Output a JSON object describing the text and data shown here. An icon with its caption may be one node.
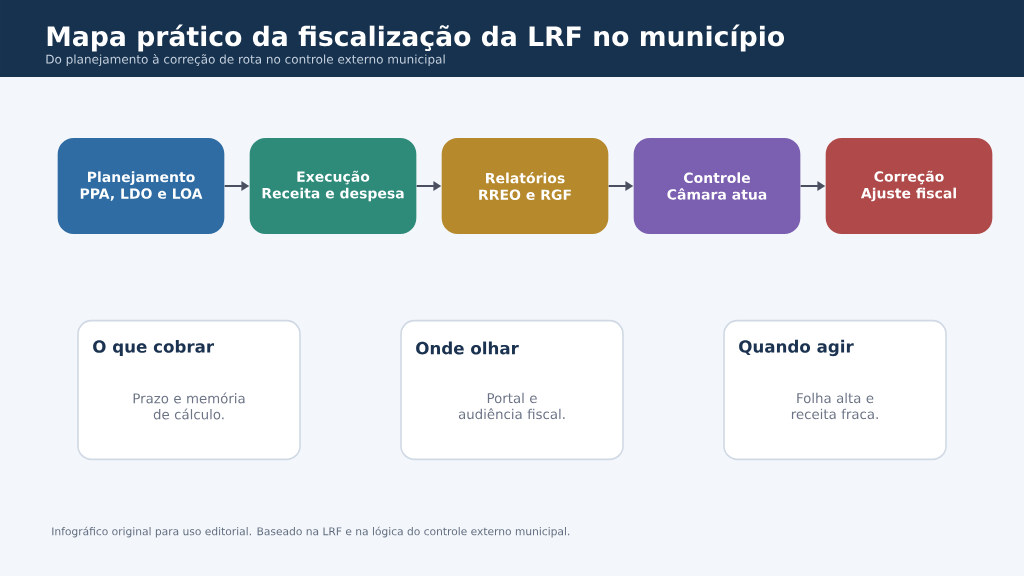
{
  "diagram": {
    "title": "Mapa prático da fiscalização da LRF no município",
    "caption": "Infográfico original para uso editorial. Baseado na LRF e na lógica do controle externo municipal.",
    "nodes": [
      {
        "text": [
          "Planejamento",
          "PPA, LDO e LOA"
        ]
      },
      {
        "text": [
          "Execução",
          "Receita e despesa"
        ]
      },
      {
        "text": [
          "Relatórios",
          "RREO e RGF"
        ]
      },
      {
        "text": [
          "Controle",
          "Câmara atua"
        ]
      },
      {
        "text": [
          "Correção",
          "Ajuste fiscal"
        ]
      },
      {
        "text": [
          "O que cobrar",
          "Prazo e memória de cálculo."
        ]
      },
      {
        "text": [
          "Onde olhar",
          "Portal e audiência fiscal."
        ]
      },
      {
        "text": [
          "Quando agir",
          "Folha alta e receita fraca."
        ]
      }
    ],
    "edges": [
      {
        "from": 0,
        "to": 1,
        "arrow": "to"
      },
      {
        "from": 1,
        "to": 2,
        "arrow": "to"
      },
      {
        "from": 2,
        "to": 3,
        "arrow": "to"
      },
      {
        "from": 3,
        "to": 4,
        "arrow": "to"
      }
    ],
    "labels": [
      "Do planejamento à correção de rota no controle externo municipal"
    ]
  }
}
